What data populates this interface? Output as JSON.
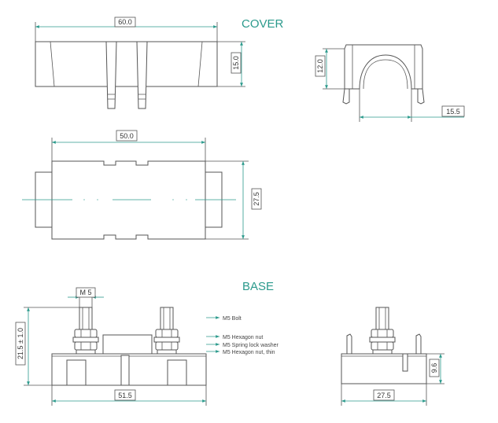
{
  "headings": {
    "cover": "COVER",
    "base": "BASE"
  },
  "dimensions": {
    "cover_width": "60.0",
    "cover_height": "15.0",
    "cover_side_height": "12.0",
    "cover_side_span": "15.5",
    "base_top_length": "50.0",
    "base_top_width": "27.5",
    "bolt_size": "M 5",
    "total_height": "21.5 ± 1.0",
    "base_front_length": "51.5",
    "base_side_height": "9.6",
    "base_side_width": "27.5"
  },
  "parts_legend": [
    {
      "label": "M5 Bolt"
    },
    {
      "label": "M5 Hexagon nut"
    },
    {
      "label": "M5 Spring lock washer"
    },
    {
      "label": "M5 Hexagon nut, thin"
    }
  ],
  "colors": {
    "accent": "#2b9a8c",
    "outline": "#555555"
  }
}
